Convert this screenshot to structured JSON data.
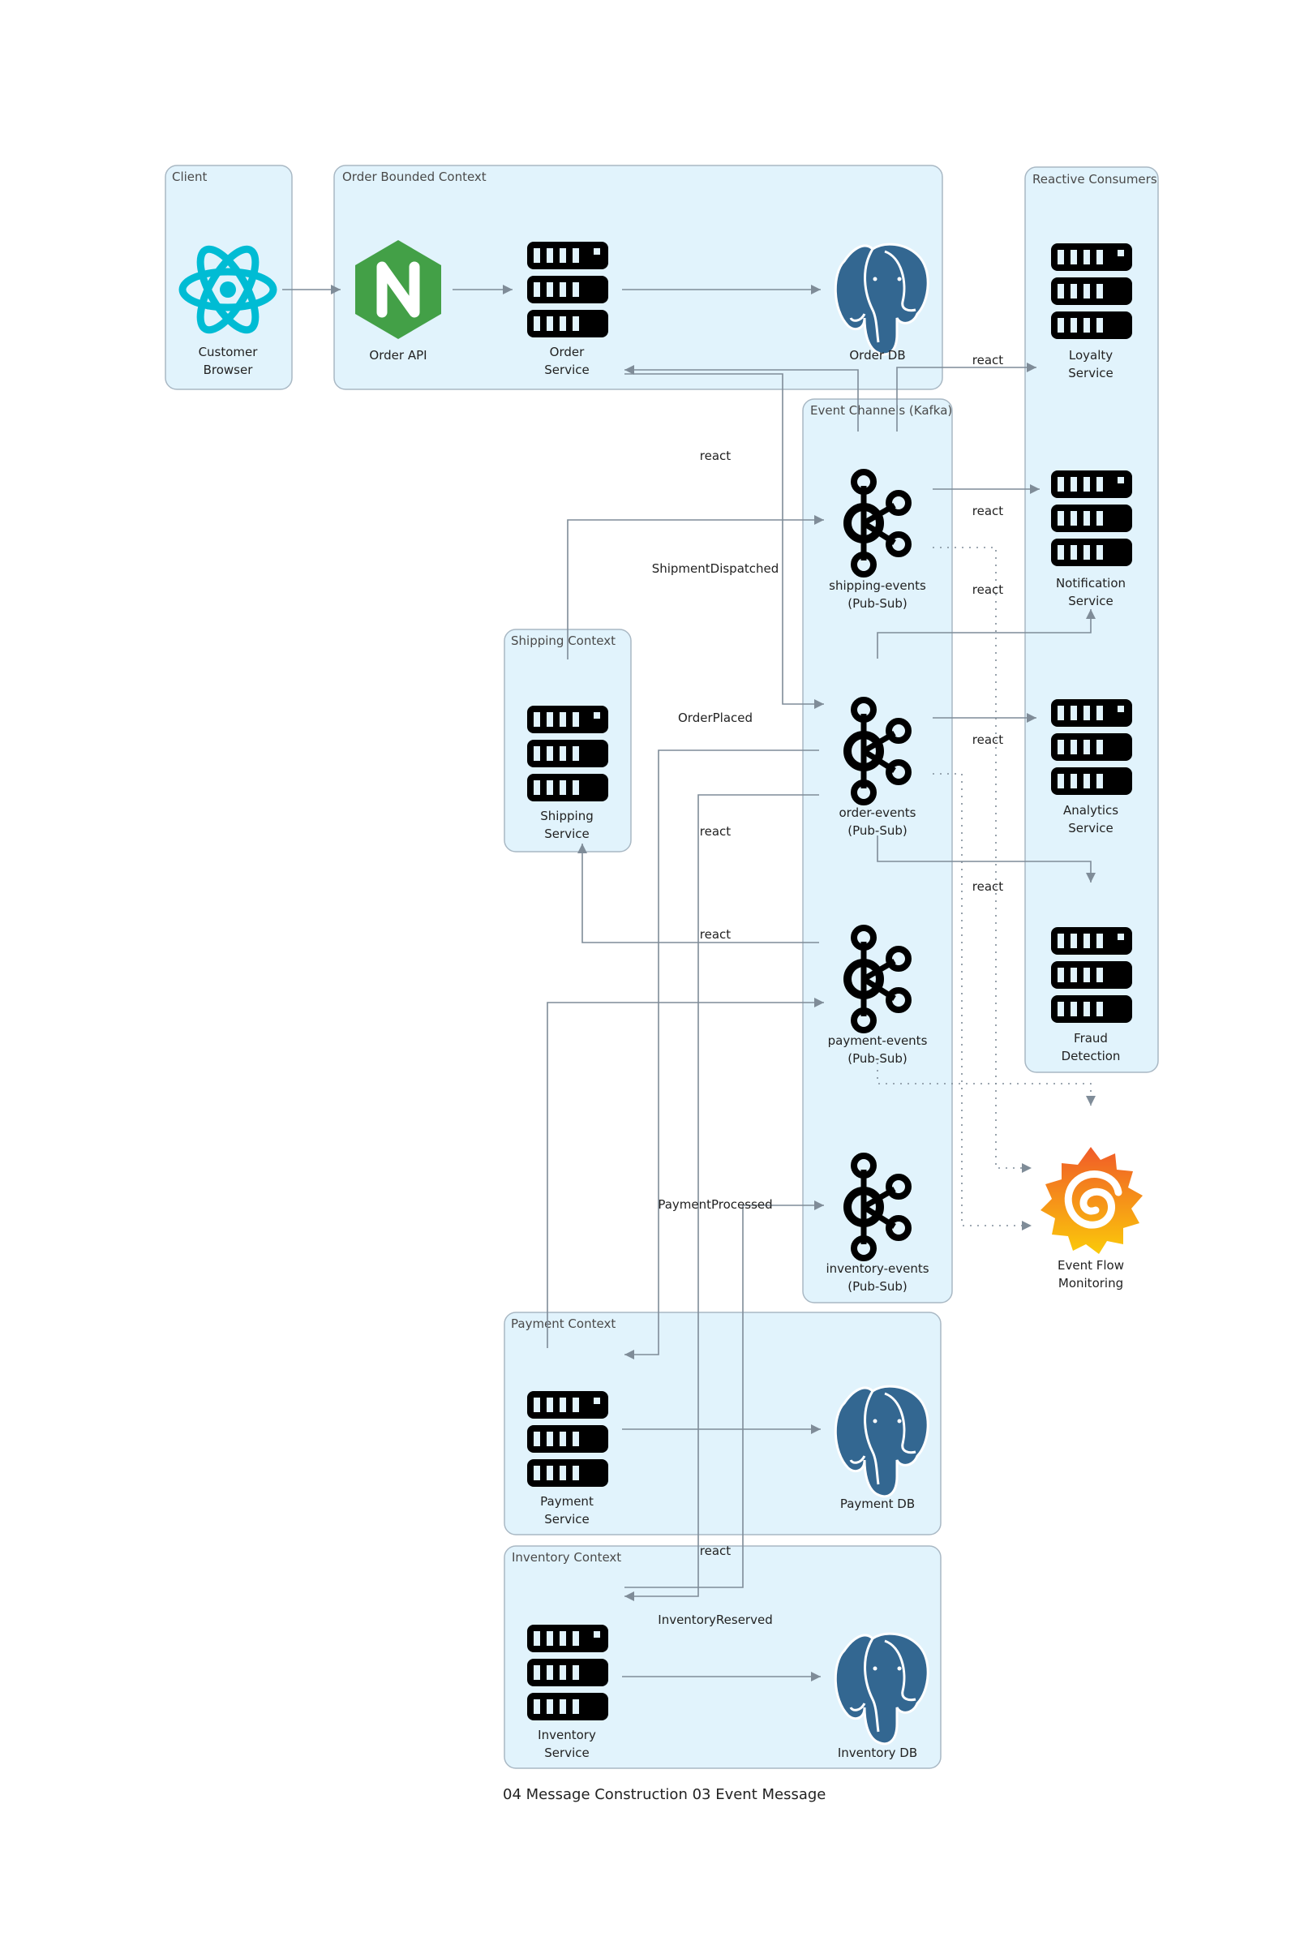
{
  "title": "04 Message Construction 03 Event Message",
  "clusters": {
    "client": "Client",
    "order": "Order Bounded Context",
    "reactive": "Reactive Consumers",
    "channels": "Event Channels (Kafka)",
    "shipping": "Shipping Context",
    "payment": "Payment Context",
    "inventory": "Inventory Context"
  },
  "nodes": {
    "customer_browser": [
      "Customer",
      "Browser"
    ],
    "order_api": [
      "Order API"
    ],
    "order_service": [
      "Order",
      "Service"
    ],
    "order_db": [
      "Order DB"
    ],
    "loyalty_service": [
      "Loyalty",
      "Service"
    ],
    "notification_service": [
      "Notification",
      "Service"
    ],
    "analytics_service": [
      "Analytics",
      "Service"
    ],
    "fraud_detection": [
      "Fraud",
      "Detection"
    ],
    "shipping_events": [
      "shipping-events",
      "(Pub-Sub)"
    ],
    "order_events": [
      "order-events",
      "(Pub-Sub)"
    ],
    "payment_events": [
      "payment-events",
      "(Pub-Sub)"
    ],
    "inventory_events": [
      "inventory-events",
      "(Pub-Sub)"
    ],
    "shipping_service": [
      "Shipping",
      "Service"
    ],
    "payment_service": [
      "Payment",
      "Service"
    ],
    "payment_db": [
      "Payment DB"
    ],
    "inventory_service": [
      "Inventory",
      "Service"
    ],
    "inventory_db": [
      "Inventory DB"
    ],
    "monitoring": [
      "Event Flow",
      "Monitoring"
    ]
  },
  "edge_labels": {
    "react_loyalty": "react",
    "react_order_service": "react",
    "react_notification_1": "react",
    "react_notification_2": "react",
    "shipment_dispatched": "ShipmentDispatched",
    "order_placed": "OrderPlaced",
    "react_analytics": "react",
    "react_payment": "react",
    "react_fraud": "react",
    "react_shipping": "react",
    "payment_processed": "PaymentProcessed",
    "react_inventory": "react",
    "inventory_reserved": "InventoryReserved"
  },
  "colors": {
    "cluster_fill": "#e1f3fc",
    "cluster_stroke": "#a9b8c4",
    "edge": "#7f8c98",
    "react_cyan": "#00bcd4",
    "nginx_green": "#43a047",
    "postgres_blue": "#336791",
    "grafana_top": "#f05a28",
    "grafana_bottom": "#fbca0a"
  }
}
